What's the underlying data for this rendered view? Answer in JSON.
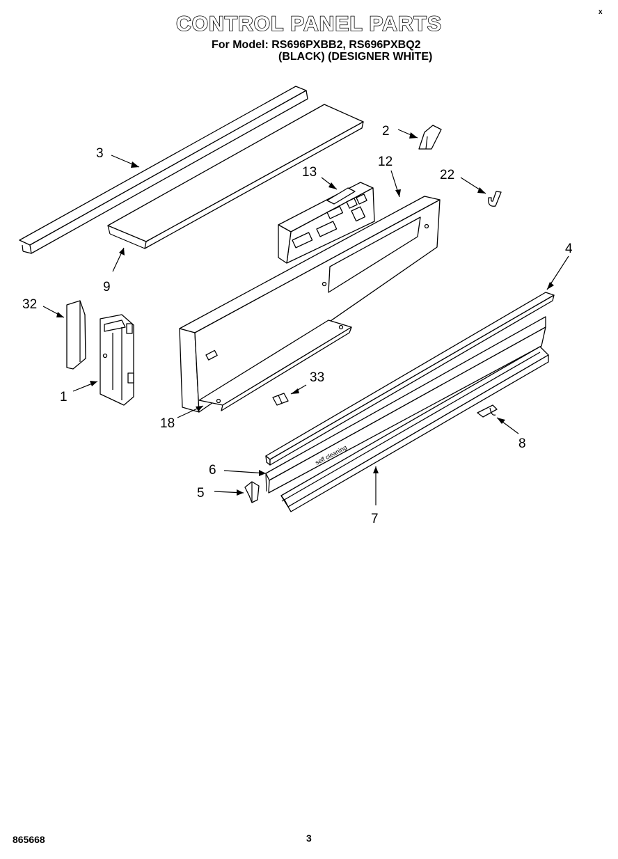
{
  "title": "CONTROL PANEL PARTS",
  "model_line_1": "For Model: RS696PXBB2, RS696PXBQ2",
  "model_line_2": "(BLACK) (DESIGNER WHITE)",
  "panel_text": "self cleaning",
  "callouts": {
    "p1": "1",
    "p2": "2",
    "p3": "3",
    "p4": "4",
    "p5": "5",
    "p6": "6",
    "p7": "7",
    "p8": "8",
    "p9": "9",
    "p12": "12",
    "p13": "13",
    "p18": "18",
    "p22": "22",
    "p32": "32",
    "p33": "33"
  },
  "footer": {
    "code": "865668",
    "page": "3"
  },
  "corner_mark": "x"
}
